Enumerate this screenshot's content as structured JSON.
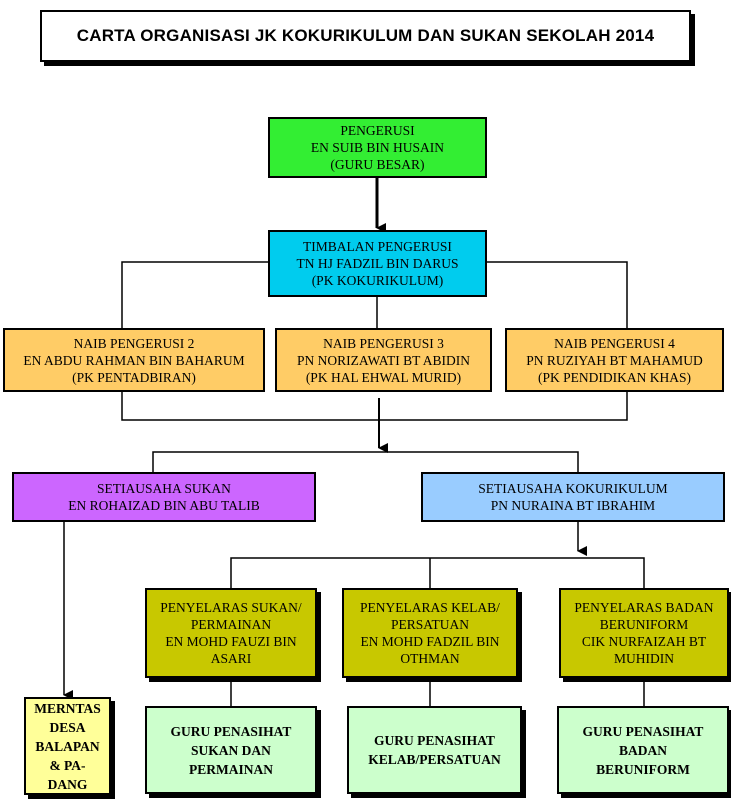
{
  "title": "CARTA ORGANISASI JK KOKURIKULUM DAN SUKAN SEKOLAH 2014",
  "colors": {
    "chair": "#33ee33",
    "deputy": "#00ccee",
    "vice": "#ffcc66",
    "sec_sukan": "#cc66ff",
    "sec_koko": "#99ccff",
    "coordinator": "#c8c800",
    "advisor": "#ccffcc",
    "activity": "#ffff99"
  },
  "pengerusi": {
    "role": "PENGERUSI",
    "name": "EN SUIB BIN HUSAIN",
    "post": "(GURU BESAR)"
  },
  "timbalan": {
    "role": "TIMBALAN PENGERUSI",
    "name": "TN HJ FADZIL BIN DARUS",
    "post": "(PK KOKURIKULUM)"
  },
  "naib": [
    {
      "role": "NAIB PENGERUSI 2",
      "name": "EN ABDU RAHMAN BIN BAHARUM",
      "post": "(PK PENTADBIRAN)"
    },
    {
      "role": "NAIB PENGERUSI 3",
      "name": "PN NORIZAWATI BT ABIDIN",
      "post": "(PK HAL EHWAL MURID)"
    },
    {
      "role": "NAIB PENGERUSI 4",
      "name": "PN RUZIYAH BT MAHAMUD",
      "post": "(PK PENDIDIKAN KHAS)"
    }
  ],
  "setiausaha_sukan": {
    "role": "SETIAUSAHA SUKAN",
    "name": "EN ROHAIZAD BIN ABU TALIB"
  },
  "setiausaha_koko": {
    "role": "SETIAUSAHA KOKURIKULUM",
    "name": "PN NURAINA BT IBRAHIM"
  },
  "penyelaras": [
    {
      "lines": [
        "PENYELARAS SUKAN/",
        "PERMAINAN",
        "EN MOHD FAUZI BIN",
        "ASARI"
      ]
    },
    {
      "lines": [
        "PENYELARAS KELAB/",
        "PERSATUAN",
        "EN MOHD FADZIL BIN",
        "OTHMAN"
      ]
    },
    {
      "lines": [
        "PENYELARAS BADAN",
        "BERUNIFORM",
        "CIK NURFAIZAH BT",
        "MUHIDIN"
      ]
    }
  ],
  "merentas": {
    "lines": [
      "MERNTAS",
      "DESA",
      "BALAPAN",
      "& PA-",
      "DANG"
    ]
  },
  "guru_penasihat": [
    {
      "lines": [
        "GURU PENASIHAT",
        "SUKAN DAN",
        "PERMAINAN"
      ]
    },
    {
      "lines": [
        "GURU PENASIHAT",
        "KELAB/PERSATUAN"
      ]
    },
    {
      "lines": [
        "GURU PENASIHAT",
        "BADAN",
        "BERUNIFORM"
      ]
    }
  ]
}
